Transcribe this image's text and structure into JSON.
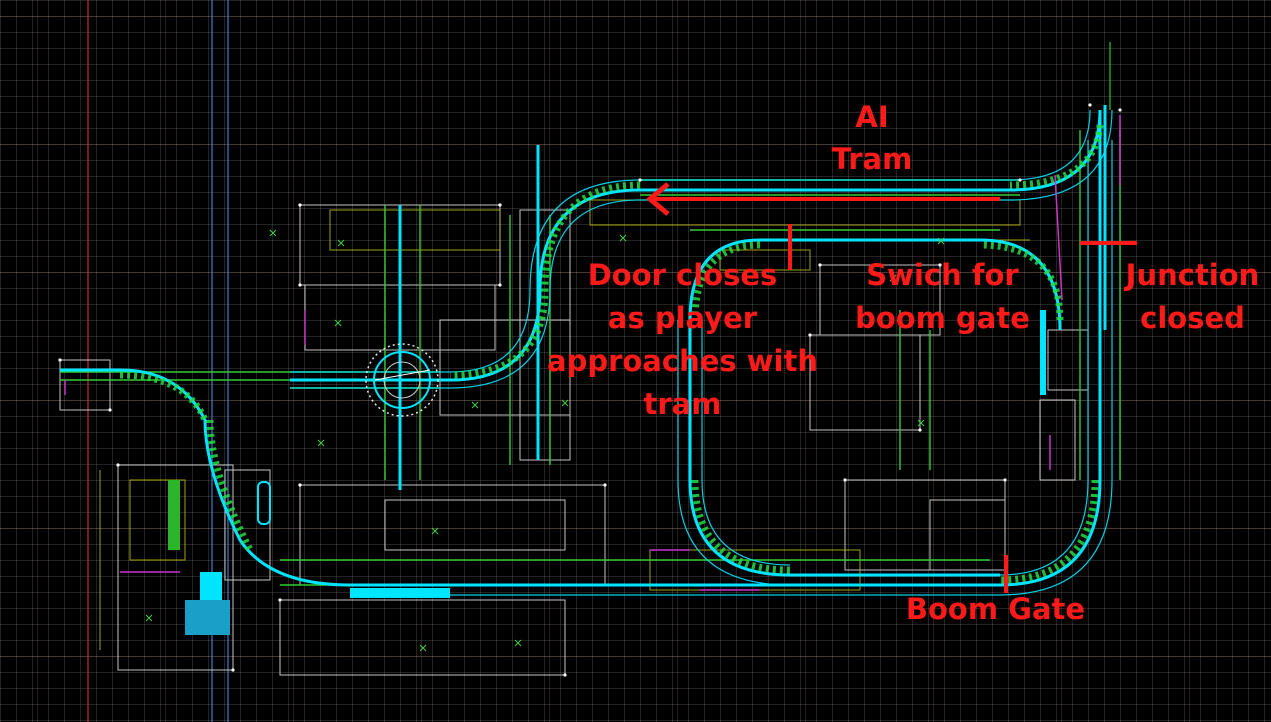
{
  "colors": {
    "annotation": "#ff1a1a",
    "track": "#00e5ff",
    "rail_green": "#33cc33",
    "wire_white": "#ffffff",
    "wire_yellow": "#d4d40a",
    "wire_magenta": "#cc33cc",
    "grid": "#444444"
  },
  "annotations": {
    "ai_tram": "AI\nTram",
    "door_closes": "Door closes\nas player\napproaches with\ntram",
    "switch_boom_gate": "Swich for\nboom gate",
    "junction_closed": "Junction\nclosed",
    "boom_gate": "Boom Gate"
  },
  "markers": {
    "ai_tram_arrow": "arrow-left",
    "door_marker": "red-line",
    "junction_marker": "red-line",
    "boom_gate_marker": "red-line"
  }
}
